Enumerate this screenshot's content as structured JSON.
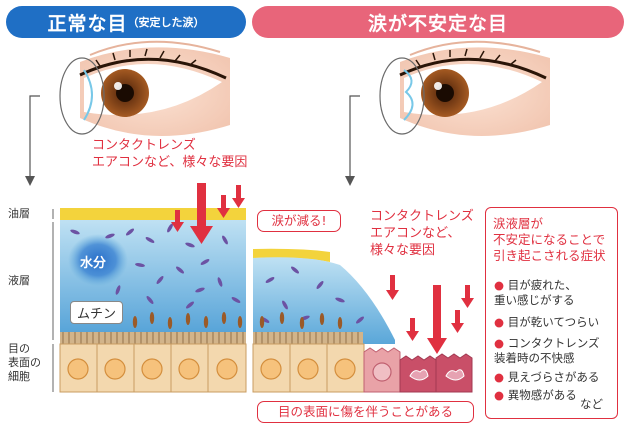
{
  "header_left": {
    "title": "正常な目",
    "subtitle": "（安定した涙）",
    "color": "#1f6fc5"
  },
  "header_right": {
    "title": "涙が不安定な目",
    "color": "#e8657a"
  },
  "layer_labels": {
    "oil": "油層",
    "liquid": "液層",
    "cell": "目の\n表面の\n細胞"
  },
  "cause_left": "コンタクトレンズ\nエアコンなど、様々な要因",
  "cause_right": "コンタクトレンズ\nエアコンなど、\n様々な要因",
  "water_label": "水分",
  "mucin_label": "ムチン",
  "tears_reduced": "涙が減る!",
  "damage_label": "目の表面に傷を伴うことがある",
  "symptom_box": {
    "title": "涙液層が\n不安定になることで\n引き起こされる症状",
    "items": [
      "目が疲れた、\n重い感じがする",
      "目が乾いてつらい",
      "コンタクトレンズ\n装着時の不快感",
      "見えづらさがある",
      "異物感がある"
    ],
    "etc": "など"
  },
  "colors": {
    "red": "#e03040",
    "oil": "#f3d33c",
    "liquid_top": "#a8d4ec",
    "liquid_bottom": "#5aa7d9",
    "cell": "#f3d8ae",
    "damaged_cell": "#d36b7e"
  }
}
